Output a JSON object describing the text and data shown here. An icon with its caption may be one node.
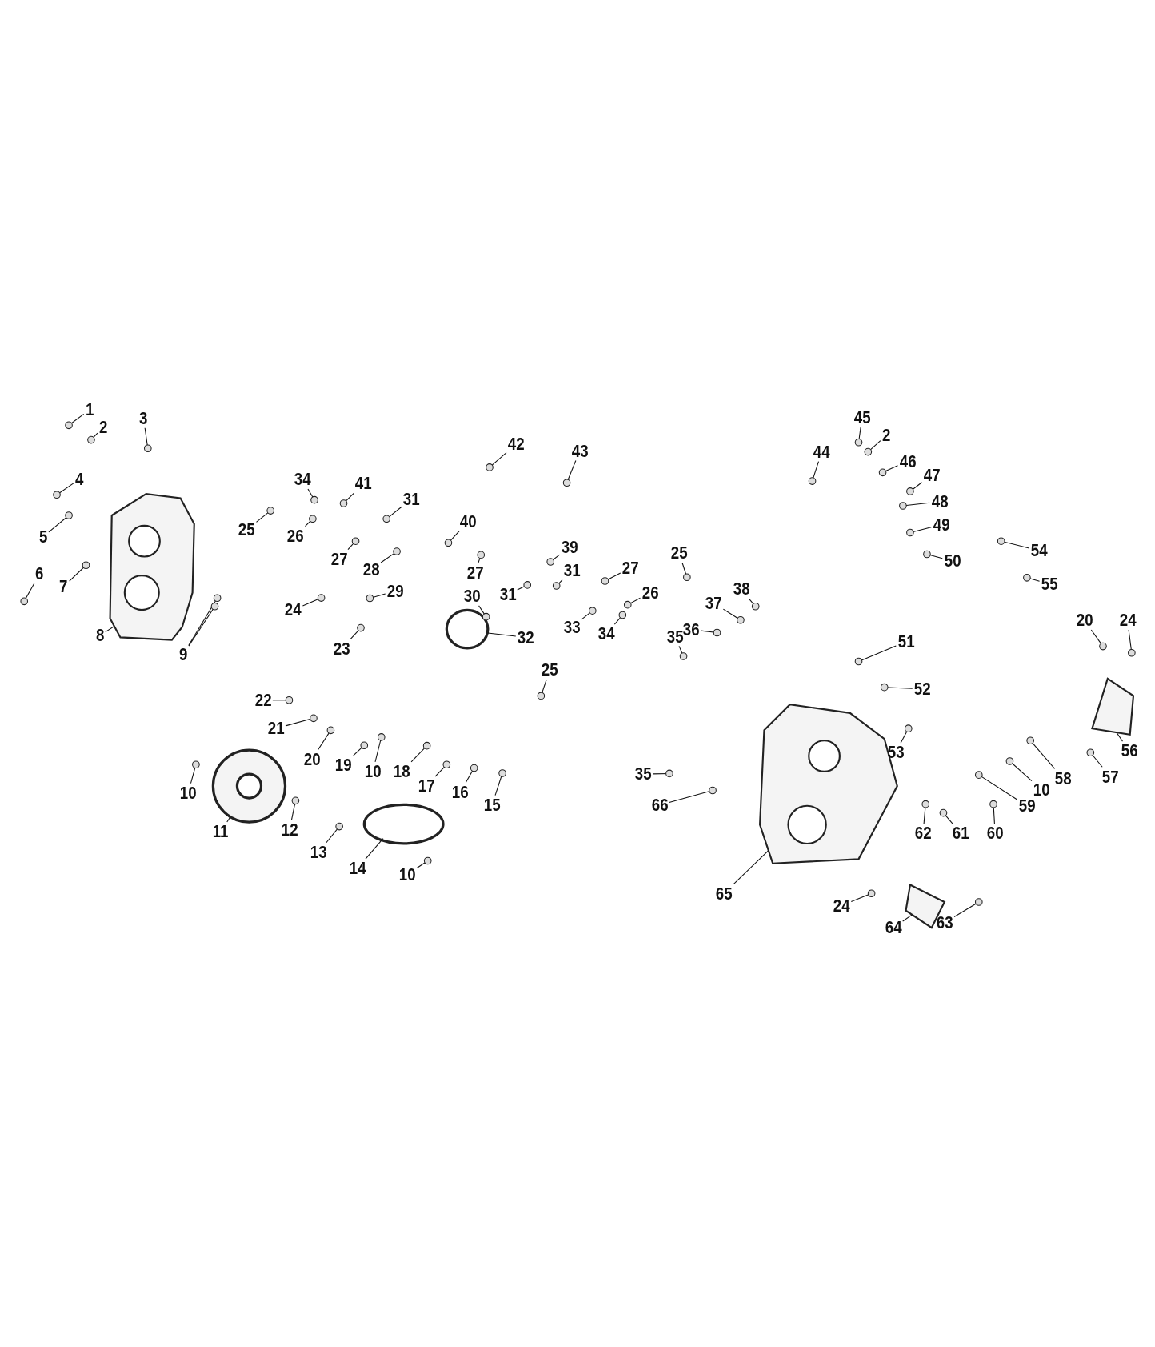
{
  "diagram": {
    "nodes": [
      {
        "text": [
          "1"
        ]
      },
      {
        "text": [
          "2"
        ]
      },
      {
        "text": [
          "3"
        ]
      },
      {
        "text": [
          "4"
        ]
      },
      {
        "text": [
          "5"
        ]
      },
      {
        "text": [
          "6"
        ]
      },
      {
        "text": [
          "7"
        ]
      },
      {
        "text": [
          "8"
        ]
      },
      {
        "text": [
          "9"
        ]
      },
      {
        "text": [
          "25"
        ]
      },
      {
        "text": [
          "34"
        ]
      },
      {
        "text": [
          "26"
        ]
      },
      {
        "text": [
          "41"
        ]
      },
      {
        "text": [
          "31"
        ]
      },
      {
        "text": [
          "27"
        ]
      },
      {
        "text": [
          "28"
        ]
      },
      {
        "text": [
          "40"
        ]
      },
      {
        "text": [
          "29"
        ]
      },
      {
        "text": [
          "24"
        ]
      },
      {
        "text": [
          "23"
        ]
      },
      {
        "text": [
          "42"
        ]
      },
      {
        "text": [
          "43"
        ]
      },
      {
        "text": [
          "39"
        ]
      },
      {
        "text": [
          "27"
        ]
      },
      {
        "text": [
          "30"
        ]
      },
      {
        "text": [
          "31"
        ]
      },
      {
        "text": [
          "31"
        ]
      },
      {
        "text": [
          "27"
        ]
      },
      {
        "text": [
          "26"
        ]
      },
      {
        "text": [
          "25"
        ]
      },
      {
        "text": [
          "33"
        ]
      },
      {
        "text": [
          "34"
        ]
      },
      {
        "text": [
          "32"
        ]
      },
      {
        "text": [
          "25"
        ]
      },
      {
        "text": [
          "38"
        ]
      },
      {
        "text": [
          "37"
        ]
      },
      {
        "text": [
          "36"
        ]
      },
      {
        "text": [
          "35"
        ]
      },
      {
        "text": [
          "44"
        ]
      },
      {
        "text": [
          "45"
        ]
      },
      {
        "text": [
          "2"
        ]
      },
      {
        "text": [
          "46"
        ]
      },
      {
        "text": [
          "47"
        ]
      },
      {
        "text": [
          "48"
        ]
      },
      {
        "text": [
          "49"
        ]
      },
      {
        "text": [
          "50"
        ]
      },
      {
        "text": [
          "54"
        ]
      },
      {
        "text": [
          "55"
        ]
      },
      {
        "text": [
          "51"
        ]
      },
      {
        "text": [
          "52"
        ]
      },
      {
        "text": [
          "53"
        ]
      },
      {
        "text": [
          "20"
        ]
      },
      {
        "text": [
          "24"
        ]
      },
      {
        "text": [
          "56"
        ]
      },
      {
        "text": [
          "57"
        ]
      },
      {
        "text": [
          "58"
        ]
      },
      {
        "text": [
          "10"
        ]
      },
      {
        "text": [
          "59"
        ]
      },
      {
        "text": [
          "60"
        ]
      },
      {
        "text": [
          "61"
        ]
      },
      {
        "text": [
          "62"
        ]
      },
      {
        "text": [
          "22"
        ]
      },
      {
        "text": [
          "21"
        ]
      },
      {
        "text": [
          "20"
        ]
      },
      {
        "text": [
          "19"
        ]
      },
      {
        "text": [
          "10"
        ]
      },
      {
        "text": [
          "18"
        ]
      },
      {
        "text": [
          "17"
        ]
      },
      {
        "text": [
          "16"
        ]
      },
      {
        "text": [
          "15"
        ]
      },
      {
        "text": [
          "35"
        ]
      },
      {
        "text": [
          "66"
        ]
      },
      {
        "text": [
          "10"
        ]
      },
      {
        "text": [
          "11"
        ]
      },
      {
        "text": [
          "12"
        ]
      },
      {
        "text": [
          "13"
        ]
      },
      {
        "text": [
          "14"
        ]
      },
      {
        "text": [
          "10"
        ]
      },
      {
        "text": [
          "65"
        ]
      },
      {
        "text": [
          "24"
        ]
      },
      {
        "text": [
          "64"
        ]
      },
      {
        "text": [
          "63"
        ]
      },
      {
        "text": [],
        "shape": "picture"
      },
      {
        "text": [],
        "shape": "picture"
      },
      {
        "text": [],
        "shape": "circle"
      },
      {
        "text": [],
        "shape": "circle"
      },
      {
        "text": [],
        "shape": "picture"
      },
      {
        "text": [],
        "shape": "picture"
      },
      {
        "text": [],
        "shape": "picture"
      }
    ],
    "edges": [
      {
        "from": 0,
        "to": null,
        "arrow": "none"
      },
      {
        "from": 1,
        "to": null,
        "arrow": "none"
      },
      {
        "from": 2,
        "to": null,
        "arrow": "none"
      },
      {
        "from": 3,
        "to": null,
        "arrow": "none"
      },
      {
        "from": 4,
        "to": null,
        "arrow": "none"
      },
      {
        "from": 5,
        "to": null,
        "arrow": "none"
      },
      {
        "from": 6,
        "to": null,
        "arrow": "none"
      },
      {
        "from": 7,
        "to": 82,
        "arrow": "none"
      },
      {
        "from": 8,
        "to": null,
        "arrow": "none"
      },
      {
        "from": 8,
        "to": null,
        "arrow": "none"
      },
      {
        "from": 9,
        "to": null,
        "arrow": "none"
      },
      {
        "from": 10,
        "to": null,
        "arrow": "none"
      },
      {
        "from": 11,
        "to": null,
        "arrow": "none"
      },
      {
        "from": 12,
        "to": null,
        "arrow": "none"
      },
      {
        "from": 13,
        "to": null,
        "arrow": "none"
      },
      {
        "from": 14,
        "to": null,
        "arrow": "none"
      },
      {
        "from": 15,
        "to": null,
        "arrow": "none"
      },
      {
        "from": 16,
        "to": null,
        "arrow": "none"
      },
      {
        "from": 17,
        "to": null,
        "arrow": "none"
      },
      {
        "from": 18,
        "to": null,
        "arrow": "none"
      },
      {
        "from": 19,
        "to": null,
        "arrow": "none"
      },
      {
        "from": 20,
        "to": null,
        "arrow": "none"
      },
      {
        "from": 21,
        "to": null,
        "arrow": "none"
      },
      {
        "from": 22,
        "to": null,
        "arrow": "none"
      },
      {
        "from": 23,
        "to": null,
        "arrow": "none"
      },
      {
        "from": 24,
        "to": null,
        "arrow": "none"
      },
      {
        "from": 25,
        "to": null,
        "arrow": "none"
      },
      {
        "from": 26,
        "to": null,
        "arrow": "none"
      },
      {
        "from": 27,
        "to": null,
        "arrow": "none"
      },
      {
        "from": 28,
        "to": null,
        "arrow": "none"
      },
      {
        "from": 29,
        "to": null,
        "arrow": "none"
      },
      {
        "from": 30,
        "to": null,
        "arrow": "none"
      },
      {
        "from": 31,
        "to": null,
        "arrow": "none"
      },
      {
        "from": 32,
        "to": 84,
        "arrow": "none"
      },
      {
        "from": 33,
        "to": null,
        "arrow": "none"
      },
      {
        "from": 34,
        "to": null,
        "arrow": "none"
      },
      {
        "from": 35,
        "to": null,
        "arrow": "none"
      },
      {
        "from": 36,
        "to": null,
        "arrow": "none"
      },
      {
        "from": 37,
        "to": null,
        "arrow": "none"
      },
      {
        "from": 38,
        "to": null,
        "arrow": "none"
      },
      {
        "from": 39,
        "to": null,
        "arrow": "none"
      },
      {
        "from": 40,
        "to": null,
        "arrow": "none"
      },
      {
        "from": 41,
        "to": null,
        "arrow": "none"
      },
      {
        "from": 42,
        "to": null,
        "arrow": "none"
      },
      {
        "from": 43,
        "to": null,
        "arrow": "none"
      },
      {
        "from": 44,
        "to": null,
        "arrow": "none"
      },
      {
        "from": 45,
        "to": null,
        "arrow": "none"
      },
      {
        "from": 46,
        "to": null,
        "arrow": "none"
      },
      {
        "from": 47,
        "to": null,
        "arrow": "none"
      },
      {
        "from": 48,
        "to": null,
        "arrow": "none"
      },
      {
        "from": 49,
        "to": null,
        "arrow": "none"
      },
      {
        "from": 50,
        "to": null,
        "arrow": "none"
      },
      {
        "from": 51,
        "to": null,
        "arrow": "none"
      },
      {
        "from": 52,
        "to": null,
        "arrow": "none"
      },
      {
        "from": 53,
        "to": 87,
        "arrow": "none"
      },
      {
        "from": 54,
        "to": null,
        "arrow": "none"
      },
      {
        "from": 55,
        "to": null,
        "arrow": "none"
      },
      {
        "from": 56,
        "to": null,
        "arrow": "none"
      },
      {
        "from": 57,
        "to": null,
        "arrow": "none"
      },
      {
        "from": 58,
        "to": null,
        "arrow": "none"
      },
      {
        "from": 59,
        "to": null,
        "arrow": "none"
      },
      {
        "from": 60,
        "to": null,
        "arrow": "none"
      },
      {
        "from": 61,
        "to": null,
        "arrow": "none"
      },
      {
        "from": 62,
        "to": null,
        "arrow": "none"
      },
      {
        "from": 63,
        "to": null,
        "arrow": "none"
      },
      {
        "from": 64,
        "to": null,
        "arrow": "none"
      },
      {
        "from": 65,
        "to": null,
        "arrow": "none"
      },
      {
        "from": 66,
        "to": null,
        "arrow": "none"
      },
      {
        "from": 67,
        "to": null,
        "arrow": "none"
      },
      {
        "from": 68,
        "to": null,
        "arrow": "none"
      },
      {
        "from": 69,
        "to": null,
        "arrow": "none"
      },
      {
        "from": 70,
        "to": null,
        "arrow": "none"
      },
      {
        "from": 71,
        "to": null,
        "arrow": "none"
      },
      {
        "from": 72,
        "to": null,
        "arrow": "none"
      },
      {
        "from": 73,
        "to": 83,
        "arrow": "none"
      },
      {
        "from": 74,
        "to": null,
        "arrow": "none"
      },
      {
        "from": 75,
        "to": null,
        "arrow": "none"
      },
      {
        "from": 76,
        "to": 85,
        "arrow": "none"
      },
      {
        "from": 77,
        "to": null,
        "arrow": "none"
      },
      {
        "from": 78,
        "to": 86,
        "arrow": "none"
      },
      {
        "from": 79,
        "to": null,
        "arrow": "none"
      },
      {
        "from": 80,
        "to": 88,
        "arrow": "none"
      },
      {
        "from": 81,
        "to": null,
        "arrow": "none"
      }
    ]
  }
}
